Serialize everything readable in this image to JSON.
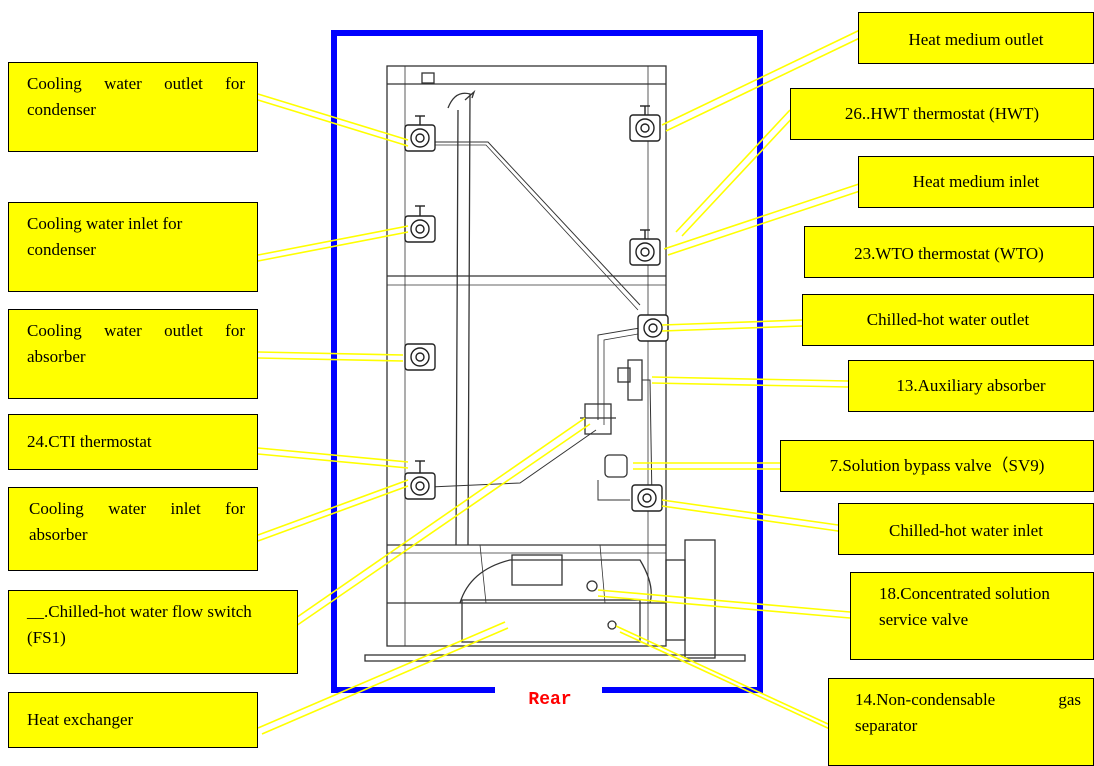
{
  "colors": {
    "frame_blue": "#0000ff",
    "label_fill": "#ffff00",
    "leader_line": "#ffff00",
    "rear_text": "#ff0000"
  },
  "rear_label": "Rear",
  "labels": {
    "cw_out_cond": "Cooling water outlet for condenser",
    "cw_in_cond": "Cooling water inlet for condenser",
    "cw_out_abs": "Cooling water outlet for absorber",
    "cti": "24.CTI thermostat",
    "cw_in_abs": "Cooling water inlet for absorber",
    "fs1": "__.Chilled-hot water flow switch (FS1)",
    "hx": "Heat exchanger",
    "hm_out": "Heat medium outlet",
    "hwt": "26..HWT thermostat (HWT)",
    "hm_in": "Heat medium inlet",
    "wto": "23.WTO thermostat (WTO)",
    "chw_out": "Chilled-hot water outlet",
    "aux": "13.Auxiliary absorber",
    "sv9": "7.Solution bypass valve（SV9)",
    "chw_in": "Chilled-hot water  inlet",
    "svc": "18.Concentrated solution service valve",
    "ncg": "14.Non-condensable gas separator"
  }
}
